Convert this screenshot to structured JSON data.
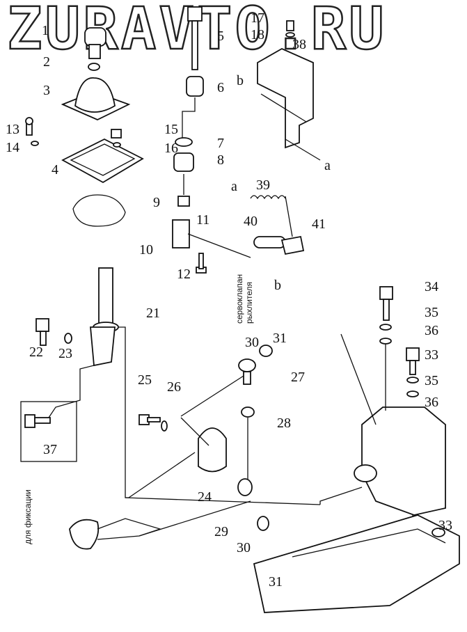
{
  "watermark": "ZURAVTO.RU",
  "notes": {
    "servo_line1": "сервоклапан",
    "servo_line2": "рыхлителя",
    "fixation": "для фиксации"
  },
  "callouts": [
    "1",
    "2",
    "3",
    "13",
    "14",
    "15",
    "16",
    "4",
    "5",
    "6",
    "7",
    "8",
    "9",
    "11",
    "10",
    "12",
    "17",
    "18",
    "38",
    "b",
    "a",
    "a",
    "39",
    "40",
    "41",
    "b",
    "21",
    "22",
    "23",
    "37",
    "25",
    "26",
    "24",
    "30",
    "31",
    "27",
    "28",
    "34",
    "35",
    "36",
    "33",
    "35",
    "36",
    "29",
    "30",
    "31",
    "33"
  ]
}
